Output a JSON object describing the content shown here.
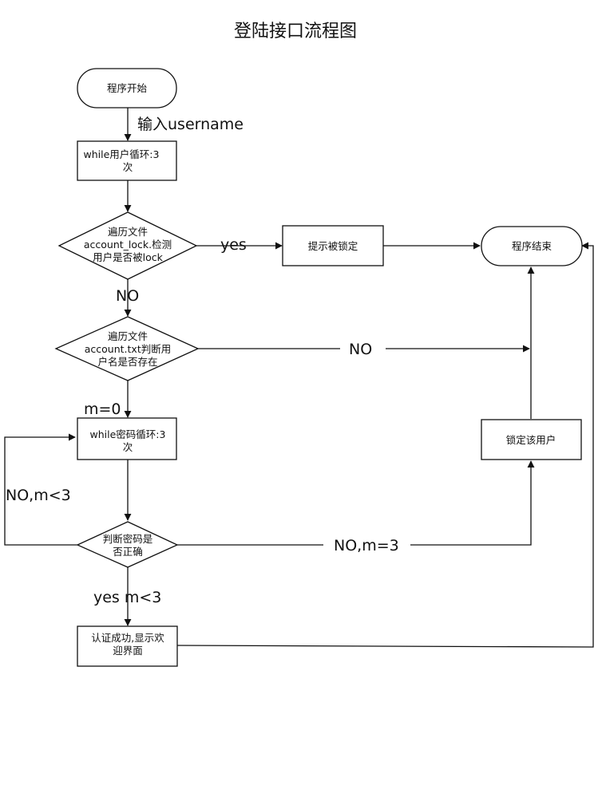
{
  "title": "登陆接口流程图",
  "nodes": {
    "start": "程序开始",
    "user_loop": [
      "while用户循环:3",
      "次"
    ],
    "check_lock": [
      "遍历文件",
      "account_lock.检测",
      "用户是否被lock"
    ],
    "locked_hint": "提示被锁定",
    "end": "程序结束",
    "check_user": [
      "遍历文件",
      "account.txt判断用",
      "户名是否存在"
    ],
    "pwd_loop": [
      "while密码循环:3",
      "次"
    ],
    "lock_user": "锁定该用户",
    "check_pwd": [
      "判断密码是",
      "否正确"
    ],
    "success": [
      "认证成功,显示欢",
      "迎界面"
    ]
  },
  "edge_labels": {
    "input_username": "输入username",
    "yes_locked": "yes",
    "no_not_locked": "NO",
    "no_user_missing": "NO",
    "m_zero": "m=0",
    "no_retry": "NO,m<3",
    "no_max": "NO,m=3",
    "yes_success": "yes m<3"
  }
}
